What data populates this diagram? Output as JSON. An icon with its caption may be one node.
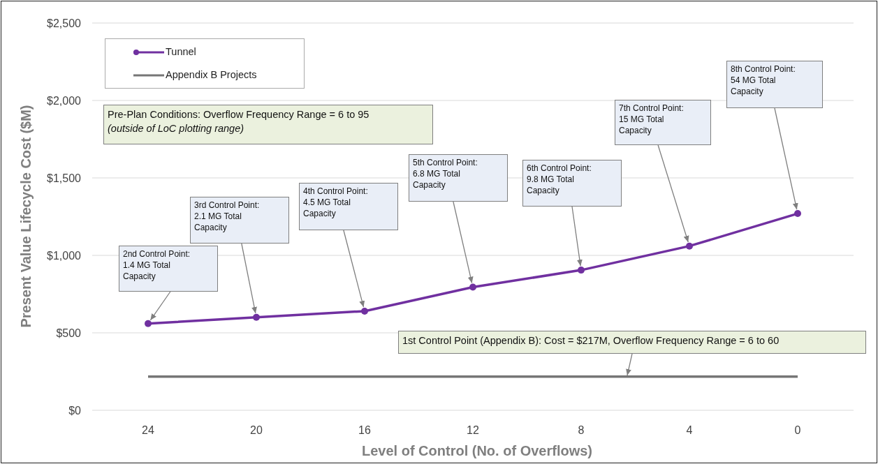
{
  "diagram": {
    "nodes": [
      {
        "text": [
          "Pre-Plan Conditions: Overflow Frequency Range = 6 to 95",
          "(outside of LoC plotting range)"
        ]
      },
      {
        "text": [
          "2nd Control Point: 1.4 MG Total Capacity"
        ]
      },
      {
        "text": [
          "3rd Control Point: 2.1 MG Total Capacity"
        ]
      },
      {
        "text": [
          "4th Control Point: 4.5 MG Total Capacity"
        ]
      },
      {
        "text": [
          "5th Control Point: 6.8 MG Total Capacity"
        ]
      },
      {
        "text": [
          "6th Control Point: 9.8 MG Total Capacity"
        ]
      },
      {
        "text": [
          "7th Control Point: 15 MG Total Capacity"
        ]
      },
      {
        "text": [
          "8th Control Point: 54 MG Total Capacity"
        ]
      },
      {
        "text": [
          "1st Control Point (Appendix B): Cost = $217M, Overflow Frequency Range = 6 to 60"
        ]
      },
      {
        "text": [],
        "shape": "circle"
      },
      {
        "text": [],
        "shape": "circle"
      },
      {
        "text": [],
        "shape": "circle"
      },
      {
        "text": [],
        "shape": "circle"
      },
      {
        "text": [],
        "shape": "circle"
      },
      {
        "text": [],
        "shape": "circle"
      },
      {
        "text": [],
        "shape": "circle"
      }
    ],
    "edges": [
      {
        "from": 1,
        "to": 9,
        "arrow": "to"
      },
      {
        "from": 2,
        "to": 10,
        "arrow": "to"
      },
      {
        "from": 3,
        "to": 11,
        "arrow": "to"
      },
      {
        "from": 4,
        "to": 12,
        "arrow": "to"
      },
      {
        "from": 5,
        "to": 13,
        "arrow": "to"
      },
      {
        "from": 6,
        "to": 14,
        "arrow": "to"
      },
      {
        "from": 7,
        "to": 15,
        "arrow": "to"
      },
      {
        "from": 8,
        "to": null,
        "arrow": "to"
      }
    ],
    "chart_data": {
      "type": "line",
      "grid": true,
      "xlabel": "Level of Control (No. of Overflows)",
      "ylabel": "Present Value Lifecycle Cost  ($M)",
      "categories": [
        "24",
        "20",
        "16",
        "12",
        "8",
        "4",
        "0"
      ],
      "series": [
        {
          "name": "Tunnel",
          "color": "#7030a0",
          "marker": true,
          "values": [
            560,
            600,
            640,
            795,
            905,
            1060,
            1270
          ]
        },
        {
          "name": "Appendix B Projects",
          "color": "#767676",
          "values": [
            217,
            217,
            217,
            217,
            217,
            217,
            217
          ]
        }
      ],
      "ylim": [
        0,
        2500
      ],
      "yticks": [
        {
          "value": 0,
          "label": "$0"
        },
        {
          "value": 500,
          "label": "$500"
        },
        {
          "value": 1000,
          "label": "$1,000"
        },
        {
          "value": 1500,
          "label": "$1,500"
        },
        {
          "value": 2000,
          "label": "$2,000"
        },
        {
          "value": 2500,
          "label": "$2,500"
        }
      ]
    }
  }
}
